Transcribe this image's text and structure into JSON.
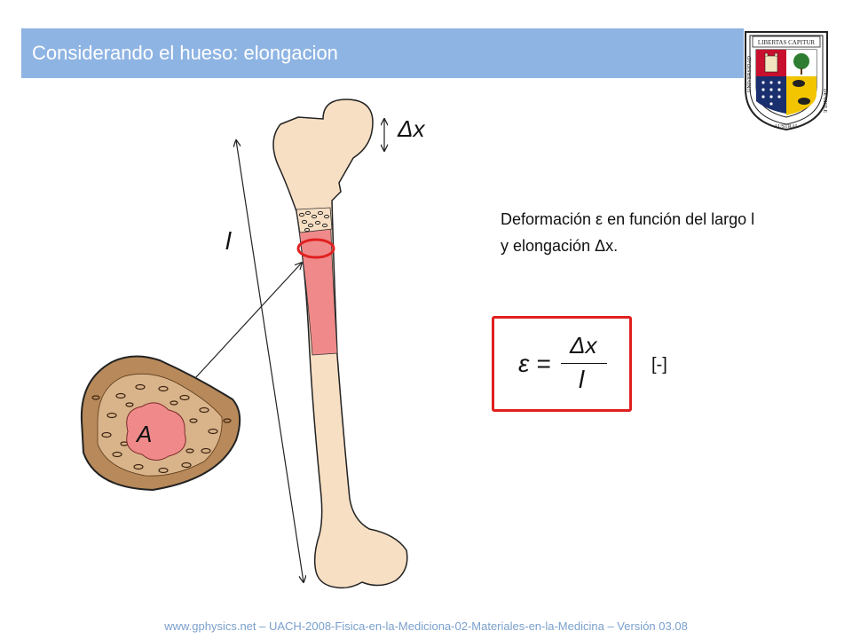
{
  "header": {
    "title": "Considerando el hueso: elongacion"
  },
  "crest": {
    "motto": "LIBERTAS CAPITUR",
    "ring_left": "UNIVERSIDAD",
    "ring_bottom": "AUSTRAL",
    "ring_right": "DE CHILE"
  },
  "figure": {
    "delta_x_label": "Δx",
    "length_label": "l",
    "area_label": "A"
  },
  "description": {
    "text": "Deformación ε en función del largo l y elongación Δx."
  },
  "formula": {
    "lhs": "ε =",
    "numerator": "Δx",
    "denominator": "l",
    "units": "[-]"
  },
  "footer": {
    "text": "www.gphysics.net – UACH-2008-Fisica-en-la-Mediciona-02-Materiales-en-la-Medicina – Versión 03.08"
  },
  "colors": {
    "title_bar": "#8eb4e3",
    "bone": "#f7dfc4",
    "marrow": "#f08a8a",
    "formula_border": "#e02020",
    "crest_red": "#c8102e",
    "crest_blue": "#1a2f6e",
    "crest_green": "#2e7d32",
    "crest_gold": "#f2c500"
  }
}
